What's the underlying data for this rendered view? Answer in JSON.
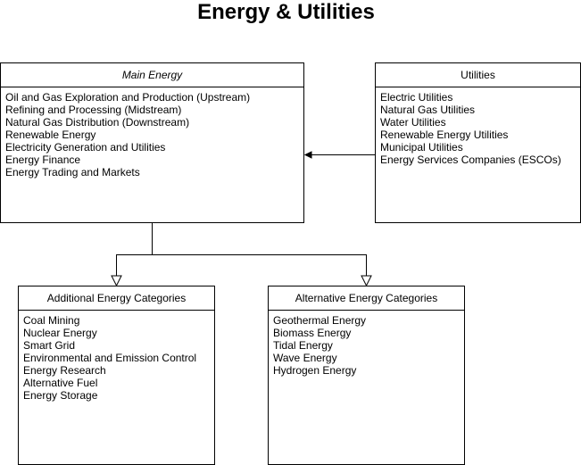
{
  "diagram": {
    "title": "Energy & Utilities",
    "main_energy": {
      "header": "Main Energy",
      "items": [
        "Oil and Gas Exploration and Production (Upstream)",
        "Refining and Processing (Midstream)",
        "Natural Gas Distribution (Downstream)",
        "Renewable Energy",
        "Electricity Generation and Utilities",
        "Energy Finance",
        "Energy Trading and Markets"
      ]
    },
    "utilities": {
      "header": "Utilities",
      "items": [
        "Electric Utilities",
        "Natural Gas Utilities",
        "Water Utilities",
        "Renewable Energy Utilities",
        "Municipal Utilities",
        "Energy Services Companies (ESCOs)"
      ]
    },
    "additional": {
      "header": "Additional Energy Categories",
      "items": [
        "Coal Mining",
        "Nuclear Energy",
        "Smart Grid",
        "Environmental and Emission Control",
        "Energy Research",
        "Alternative Fuel",
        "Energy Storage"
      ]
    },
    "alternative": {
      "header": "Alternative Energy Categories",
      "items": [
        "Geothermal Energy",
        "Biomass Energy",
        "Tidal Energy",
        "Wave Energy",
        "Hydrogen Energy"
      ]
    }
  }
}
